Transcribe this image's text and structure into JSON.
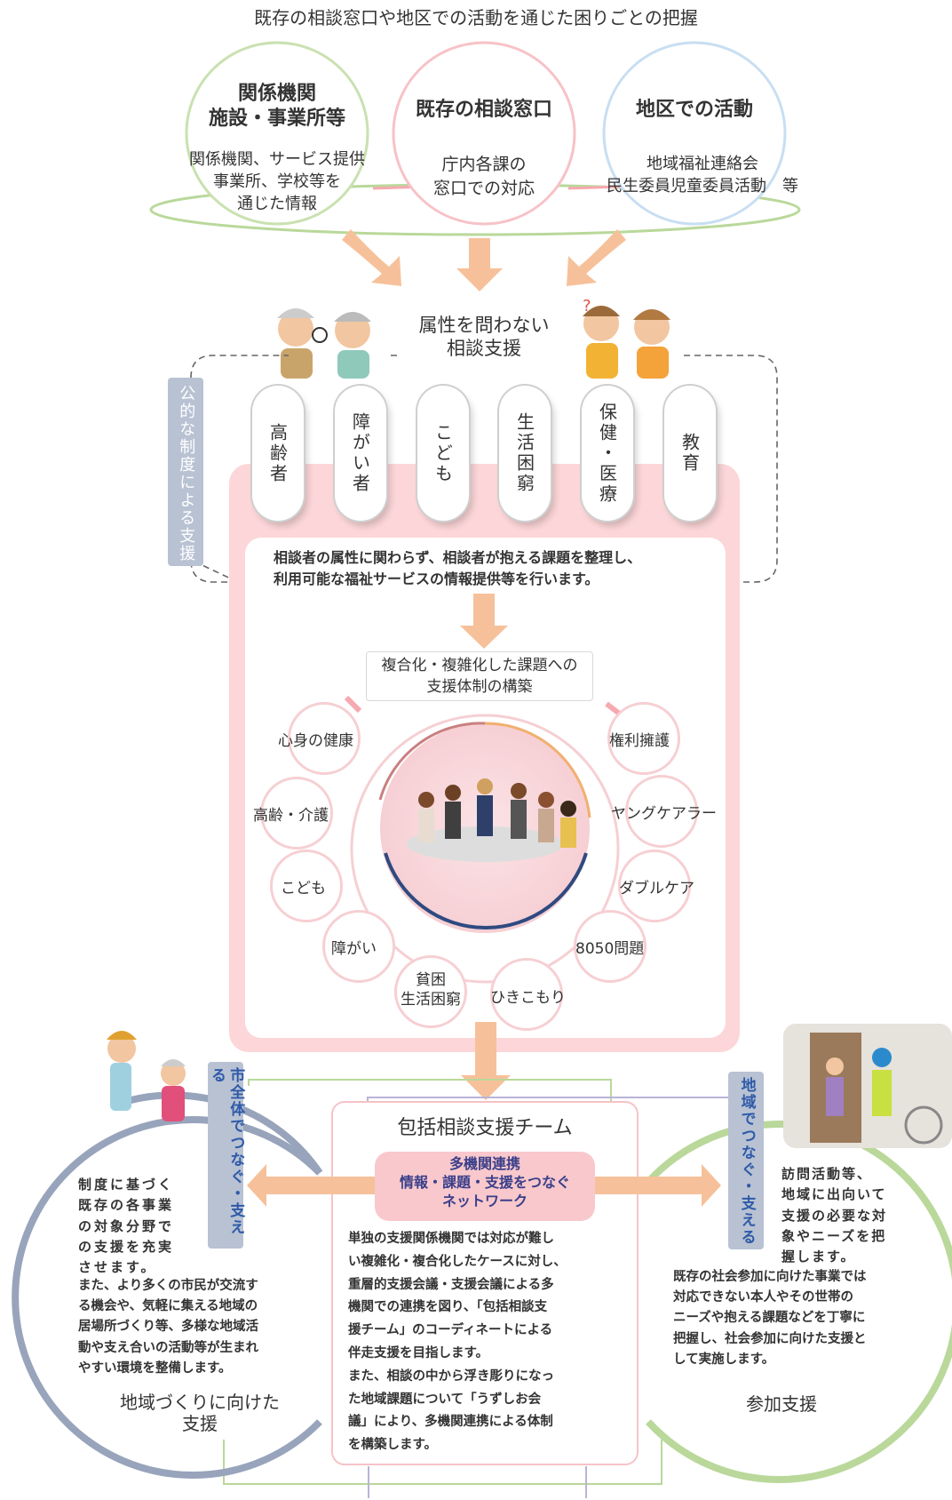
{
  "title": "既存の相談窓口や地区での活動を通じた困りごとの把握",
  "top_circles": [
    {
      "title_lines": [
        "関係機関",
        "施設・事業所等"
      ],
      "body_lines": [
        "関係機関、サービス提供",
        "事業所、学校等を",
        "通じた情報"
      ]
    },
    {
      "title_lines": [
        "既存の相談窓口"
      ],
      "body_lines": [
        "庁内各課の",
        "窓口での対応"
      ]
    },
    {
      "title_lines": [
        "地区での活動"
      ],
      "body_lines": [
        "地域福祉連絡会",
        "民生委員児童委員活動　等"
      ]
    }
  ],
  "consult_support": {
    "lines": [
      "属性を問わない",
      "相談支援"
    ]
  },
  "public_system_label": "公的な制度による支援",
  "categories": [
    "高齢者",
    "障がい者",
    "こども",
    "生活困窮",
    "保健・医療",
    "教育"
  ],
  "main_description": [
    "相談者の属性に関わらず、相談者が抱える課題を整理し、",
    "利用可能な福祉サービスの情報提供等を行います。"
  ],
  "complex_issue": [
    "複合化・複雑化した課題への",
    "支援体制の構築"
  ],
  "issue_nodes": [
    "心身の健康",
    "高齢・介護",
    "こども",
    "障がい",
    "貧困\n生活困窮",
    "ひきこもり",
    "8050問題",
    "ダブルケア",
    "ヤングケアラー",
    "権利擁護"
  ],
  "team": {
    "title": "包括相談支援チーム",
    "network_lines": [
      "多機関連携",
      "情報・課題・支援をつなぐ",
      "ネットワーク"
    ],
    "body_lines": [
      "単独の支援関係機関では対応が難し",
      "い複雑化・複合化したケースに対し、",
      "重層的支援会議・支援会議による多",
      "機関での連携を図り、「包括相談支",
      "援チーム」のコーディネートによる",
      "伴走支援を目指します。",
      "また、相談の中から浮き彫りになっ",
      "た地域課題について「うずしお会",
      "議」により、多機関連携による体制",
      "を構築します。"
    ]
  },
  "left_panel": {
    "vertical_label": "市全体でつなぐ・支える",
    "intro_lines": [
      "制度に基づく",
      "既存の各事業",
      "の対象分野で",
      "の支援を充実",
      "させます。"
    ],
    "body_lines": [
      "また、より多くの市民が交流す",
      "る機会や、気軽に集える地域の",
      "居場所づくり等、多様な地域活",
      "動や支え合いの活動等が生まれ",
      "やすい環境を整備します。"
    ],
    "footer_lines": [
      "地域づくりに向けた",
      "支援"
    ]
  },
  "right_panel": {
    "vertical_label": "地域でつなぐ・支える",
    "intro_lines": [
      "訪問活動等、",
      "地域に出向いて",
      "支援の必要な対",
      "象やニーズを把",
      "握します。"
    ],
    "body_lines": [
      "既存の社会参加に向けた事業では",
      "対応できない本人やその世帯の",
      "ニーズや抱える課題などを丁寧に",
      "把握し、社会参加に向けた支援と",
      "して実施します。"
    ],
    "footer": "参加支援"
  },
  "colors": {
    "green": "#b9d89a",
    "pink": "#f6a9b0",
    "blue": "#b9d6f0",
    "peach": "#f6c19a",
    "panel": "#fcd6d8",
    "slate": "#98a4bb",
    "tag": "#b8c2d3"
  }
}
